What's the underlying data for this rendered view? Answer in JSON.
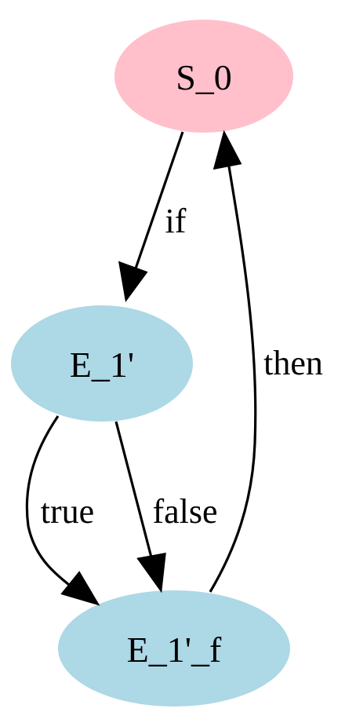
{
  "diagram": {
    "colors": {
      "start_node_fill": "#ffc0cb",
      "node_fill": "#add8e6",
      "edge_color": "#000000"
    },
    "nodes": {
      "s0": {
        "label": "S_0"
      },
      "e1": {
        "label": "E_1'"
      },
      "e1f": {
        "label": "E_1'_f"
      }
    },
    "edges": {
      "if": {
        "from": "S_0",
        "to": "E_1'",
        "label": "if"
      },
      "true": {
        "from": "E_1'",
        "to": "E_1'_f",
        "label": "true"
      },
      "false": {
        "from": "E_1'",
        "to": "E_1'_f",
        "label": "false"
      },
      "then": {
        "from": "E_1'_f",
        "to": "S_0",
        "label": "then"
      }
    }
  }
}
